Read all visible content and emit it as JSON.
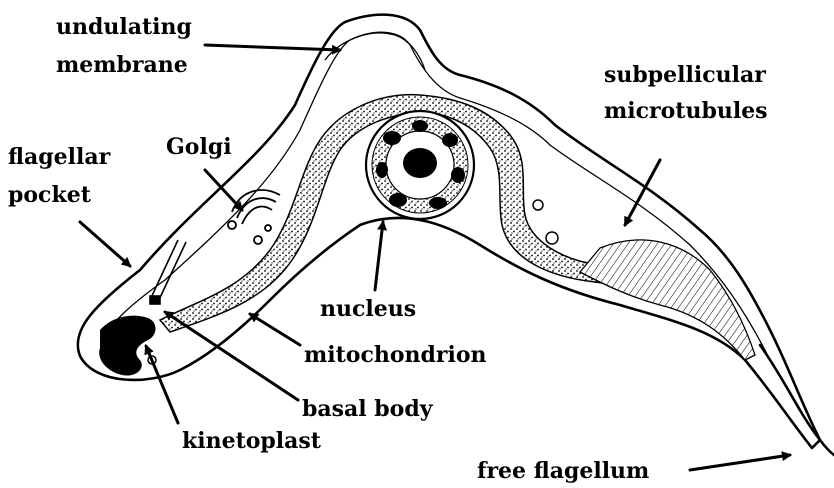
{
  "labels": {
    "undulating_membrane": [
      "undulating",
      "membrane"
    ],
    "flagellar_pocket": [
      "flagellar",
      "pocket"
    ],
    "golgi": "Golgi",
    "subpellicular_microtubules": [
      "subpellicular",
      "microtubules"
    ],
    "nucleus": "nucleus",
    "mitochondrion": "mitochondrion",
    "basal_body": "basal body",
    "kinetoplast": "kinetoplast",
    "free_flagellum": "free flagellum"
  },
  "colors": {
    "ink": "#000000",
    "background": "#ffffff"
  }
}
